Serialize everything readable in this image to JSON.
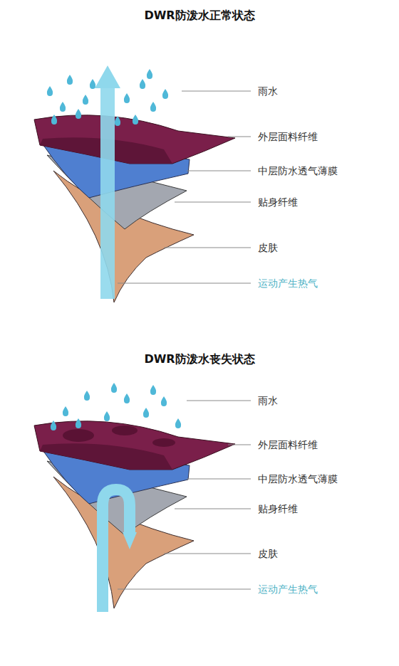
{
  "diagram": {
    "labels": [
      "DWR防泼水正常状态",
      "雨水",
      "外层面料纤维",
      "中层防水透气薄膜",
      "贴身纤维",
      "皮肤",
      "运动产生热气",
      "DWR防泼水丧失状态",
      "雨水",
      "外层面料纤维",
      "中层防水透气薄膜",
      "贴身纤维",
      "皮肤",
      "运动产生热气"
    ]
  }
}
